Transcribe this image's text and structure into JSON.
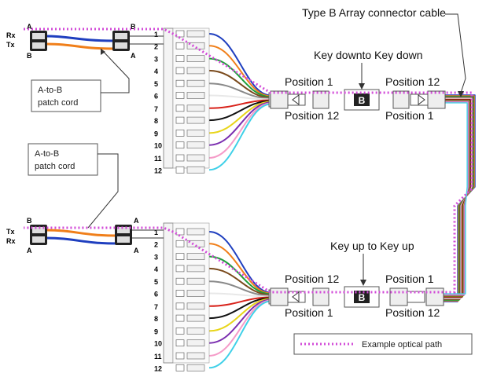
{
  "labels": {
    "type_b_cable": "Type B Array connector cable",
    "key_down": "Key downto Key down",
    "key_up": "Key up to Key up",
    "patch_cord_top": [
      "A-to-B",
      "patch cord"
    ],
    "patch_cord_bottom": [
      "A-to-B",
      "patch cord"
    ],
    "legend": "Example optical path",
    "adapter_letter": "B"
  },
  "positions": {
    "top_left": [
      "Position 1",
      "Position 12"
    ],
    "top_right": [
      "Position 12",
      "Position 1"
    ],
    "bottom_left": [
      "Position 12",
      "Position 1"
    ],
    "bottom_right": [
      "Position 1",
      "Position 12"
    ]
  },
  "patch_top": {
    "left_side": [
      "Rx",
      "Tx"
    ],
    "a_label": "A",
    "b_label": "B",
    "end_top": "B",
    "end_bottom": "A"
  },
  "patch_bottom": {
    "left_side": [
      "Tx",
      "Rx"
    ],
    "a_label": "A",
    "b_label": "B",
    "end_top": "A",
    "end_bottom": "A"
  },
  "port_numbers": [
    "1",
    "2",
    "3",
    "4",
    "5",
    "6",
    "7",
    "8",
    "9",
    "10",
    "11",
    "12"
  ],
  "fiber_colors": [
    "#1f3fbf",
    "#f07f1a",
    "#1e9e3a",
    "#7a4a1c",
    "#8a8a8a",
    "#e8e8e8",
    "#d8221a",
    "#111111",
    "#e8d51a",
    "#7b2fb0",
    "#f59bc8",
    "#3fd0e8"
  ],
  "colors": {
    "optical_path": "#d24bd8"
  }
}
